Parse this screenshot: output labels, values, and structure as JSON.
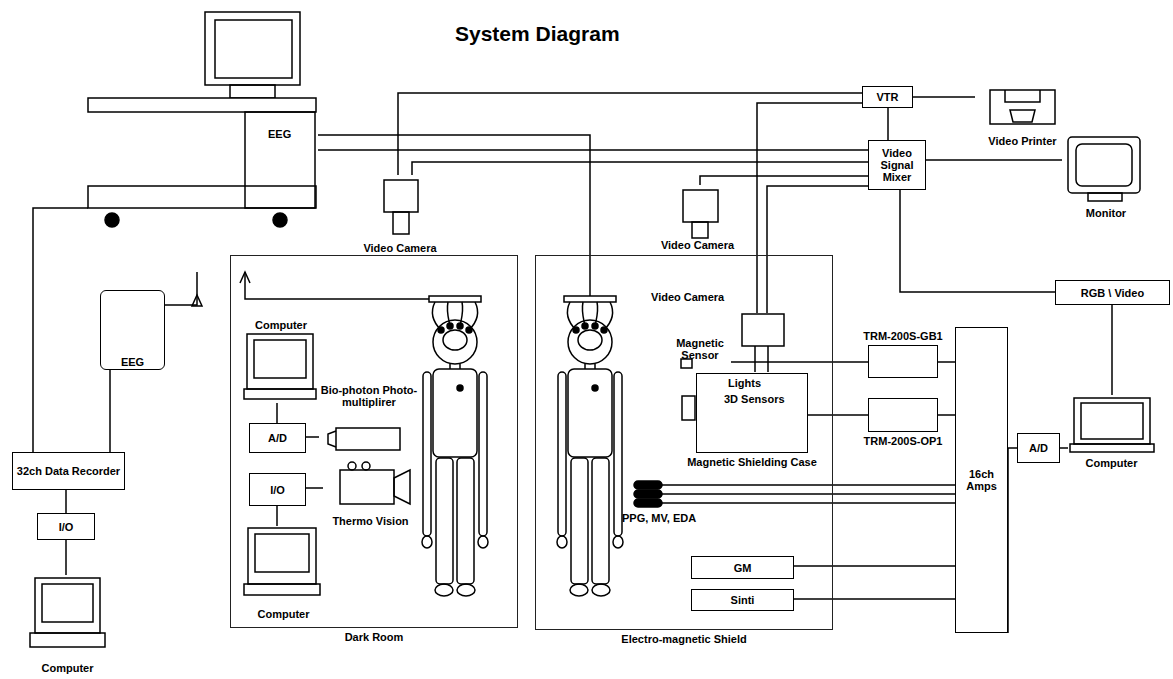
{
  "diagram": {
    "title": "System Diagram",
    "nodes": [
      {
        "text": [
          "EEG"
        ]
      },
      {
        "text": [
          "VTR"
        ]
      },
      {
        "text": [
          "Video Printer"
        ]
      },
      {
        "text": [
          "Video Signal Mixer"
        ]
      },
      {
        "text": [
          "Monitor"
        ]
      },
      {
        "text": [
          "Video Camera"
        ]
      },
      {
        "text": [
          "Video Camera"
        ]
      },
      {
        "text": [
          "EEG"
        ]
      },
      {
        "text": [
          "32ch Data Recorder"
        ]
      },
      {
        "text": [
          "I/O"
        ]
      },
      {
        "text": [
          "Computer"
        ]
      },
      {
        "text": [
          "Dark Room"
        ]
      },
      {
        "text": [
          "Computer"
        ],
        "in": 11
      },
      {
        "text": [
          "A/D"
        ],
        "in": 11
      },
      {
        "text": [
          "Bio-photon Photo-multiplirer"
        ],
        "in": 11
      },
      {
        "text": [
          "I/O"
        ],
        "in": 11
      },
      {
        "text": [
          "Thermo Vision"
        ],
        "in": 11
      },
      {
        "text": [
          "Computer"
        ],
        "in": 11
      },
      {
        "text": [
          "Electro-magnetic Shield"
        ]
      },
      {
        "text": [
          "Magnetic Sensor"
        ],
        "in": 18
      },
      {
        "text": [
          "Magnetic Shielding Case"
        ],
        "in": 18
      },
      {
        "text": [
          "Video Camera"
        ],
        "in": 18
      },
      {
        "text": [
          "GM"
        ],
        "in": 18
      },
      {
        "text": [
          "Sinti"
        ],
        "in": 18
      },
      {
        "text": [
          "TRM-200S-GB1"
        ]
      },
      {
        "text": [
          "TRM-200S-OP1"
        ]
      },
      {
        "text": [
          "16ch Amps"
        ]
      },
      {
        "text": [
          "A/D"
        ]
      },
      {
        "text": [
          "Computer"
        ]
      },
      {
        "text": [
          "RGB \\ Video"
        ]
      }
    ],
    "edges": [
      {
        "from": 0,
        "to": 8,
        "arrow": "none"
      },
      {
        "from": 7,
        "to": 8,
        "arrow": "none"
      },
      {
        "from": 8,
        "to": 9,
        "arrow": "none"
      },
      {
        "from": 9,
        "to": 10,
        "arrow": "none"
      },
      {
        "from": 5,
        "to": 1,
        "arrow": "none"
      },
      {
        "from": 5,
        "to": 3,
        "arrow": "none"
      },
      {
        "from": 0,
        "to": 3,
        "arrow": "none"
      },
      {
        "from": 6,
        "to": 3,
        "arrow": "none"
      },
      {
        "from": 21,
        "to": 1,
        "arrow": "none"
      },
      {
        "from": 21,
        "to": 3,
        "arrow": "none"
      },
      {
        "from": 1,
        "to": 2,
        "arrow": "none"
      },
      {
        "from": 1,
        "to": 3,
        "arrow": "none"
      },
      {
        "from": 3,
        "to": 4,
        "arrow": "none"
      },
      {
        "from": 3,
        "to": 29,
        "arrow": "none"
      },
      {
        "from": 29,
        "to": 28,
        "arrow": "none"
      },
      {
        "from": 0,
        "to": 18,
        "arrow": "none"
      },
      {
        "from": 19,
        "to": 24,
        "arrow": "none"
      },
      {
        "from": 20,
        "to": 25,
        "arrow": "none"
      },
      {
        "from": 24,
        "to": 26,
        "arrow": "none"
      },
      {
        "from": 25,
        "to": 26,
        "arrow": "none"
      },
      {
        "from": 22,
        "to": 26,
        "arrow": "none"
      },
      {
        "from": 23,
        "to": 26,
        "arrow": "none"
      },
      {
        "from": 26,
        "to": 27,
        "arrow": "none"
      },
      {
        "from": 27,
        "to": 28,
        "arrow": "none"
      },
      {
        "from": 14,
        "to": 13,
        "arrow": "none"
      },
      {
        "from": 13,
        "to": 12,
        "arrow": "none"
      },
      {
        "from": 16,
        "to": 15,
        "arrow": "none"
      },
      {
        "from": 15,
        "to": 17,
        "arrow": "none"
      }
    ],
    "labels": [
      "PPG, MV, EDA",
      "Lights",
      "3D Sensors"
    ]
  }
}
